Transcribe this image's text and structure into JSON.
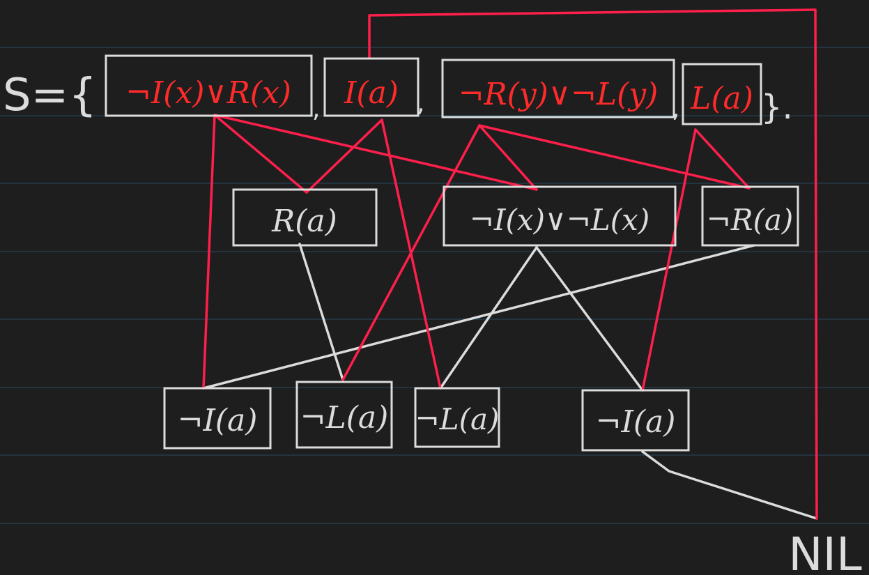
{
  "set": {
    "prefix": "S={",
    "suffix": "}.",
    "separators": [
      ",",
      ",",
      ","
    ],
    "clauses": [
      "¬I(x)∨R(x)",
      "I(a)",
      "¬R(y)∨¬L(y)",
      "L(a)"
    ]
  },
  "resolvents": {
    "level1": [
      "R(a)",
      "¬I(x)∨¬L(x)",
      "¬R(a)"
    ],
    "level2": [
      "¬I(a)",
      "¬L(a)",
      "¬L(a)",
      "¬I(a)"
    ]
  },
  "terminal": "NIL",
  "colors": {
    "background": "#1e1e1e",
    "white_ink": "#dcdcdc",
    "red_ink": "#ff1f4b",
    "text_red": "#ff2a2a",
    "rule_lines": "#244a63"
  }
}
